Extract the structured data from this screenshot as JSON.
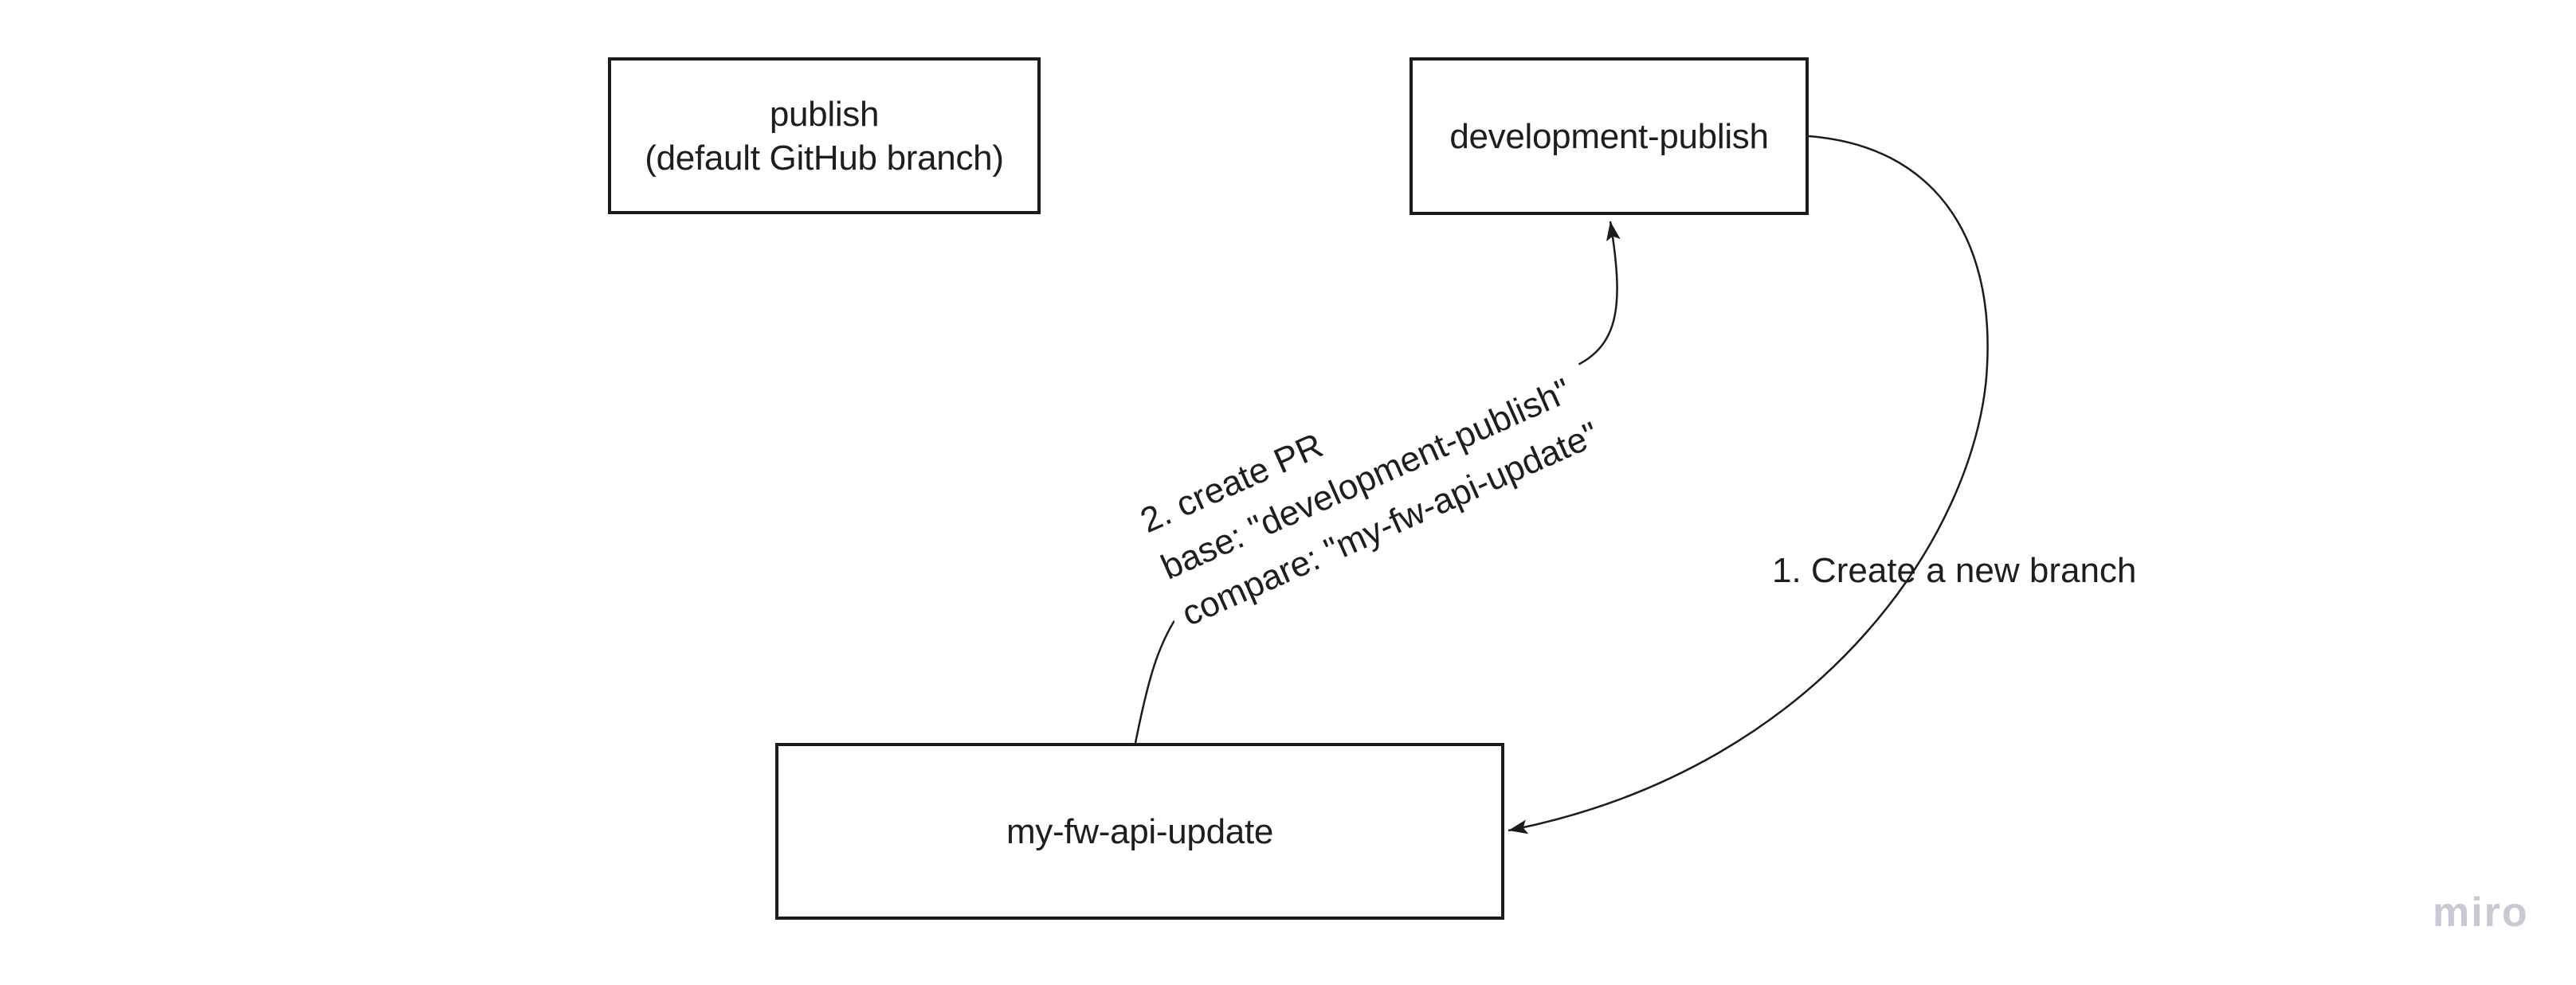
{
  "board": {
    "background": "#ffffff",
    "stroke_color": "#1c1c1c",
    "text_color": "#1e1e1e"
  },
  "shapes": [
    {
      "id": "publish",
      "lines": [
        "publish",
        "(default GitHub branch)"
      ]
    },
    {
      "id": "development-publish",
      "lines": [
        "development-publish"
      ]
    },
    {
      "id": "my-fw-api-update",
      "lines": [
        "my-fw-api-update"
      ]
    }
  ],
  "connectors": [
    {
      "id": "create-branch",
      "label": "1. Create a new branch"
    },
    {
      "id": "create-pr",
      "label_lines": [
        "2. create PR",
        "base: \"development-publish\"",
        "compare: \"my-fw-api-update\""
      ]
    }
  ],
  "watermark": {
    "text": "miro",
    "color": "#c9c9d5"
  }
}
